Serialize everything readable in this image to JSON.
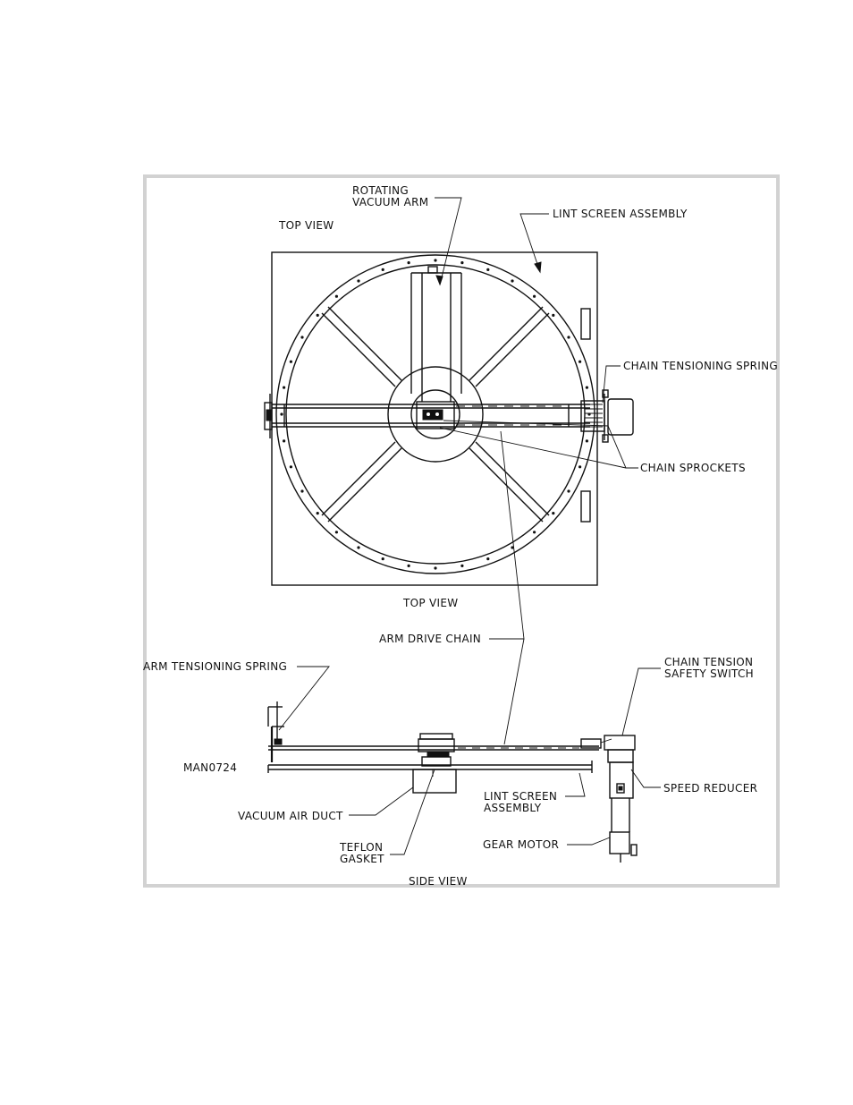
{
  "labels": {
    "top_view_upper": "TOP VIEW",
    "rotating_vacuum_arm_1": "ROTATING",
    "rotating_vacuum_arm_2": "VACUUM ARM",
    "lint_screen_assembly_top": "LINT SCREEN ASSEMBLY",
    "chain_tensioning_spring": "CHAIN TENSIONING SPRING",
    "chain_sprockets": "CHAIN SPROCKETS",
    "top_view_lower": "TOP VIEW",
    "arm_drive_chain": "ARM DRIVE CHAIN",
    "arm_tensioning_spring": "ARM TENSIONING SPRING",
    "chain_tension_1": "CHAIN TENSION",
    "chain_tension_2": "SAFETY SWITCH",
    "drawing_number": "MAN0724",
    "speed_reducer": "SPEED REDUCER",
    "lint_screen_side_1": "LINT SCREEN",
    "lint_screen_side_2": "ASSEMBLY",
    "vacuum_air_duct": "VACUUM AIR DUCT",
    "gear_motor": "GEAR MOTOR",
    "teflon_1": "TEFLON",
    "teflon_2": "GASKET",
    "side_view": "SIDE VIEW"
  },
  "colors": {
    "ink": "#111111",
    "frame": "#d2d2d2",
    "paper": "#ffffff"
  }
}
